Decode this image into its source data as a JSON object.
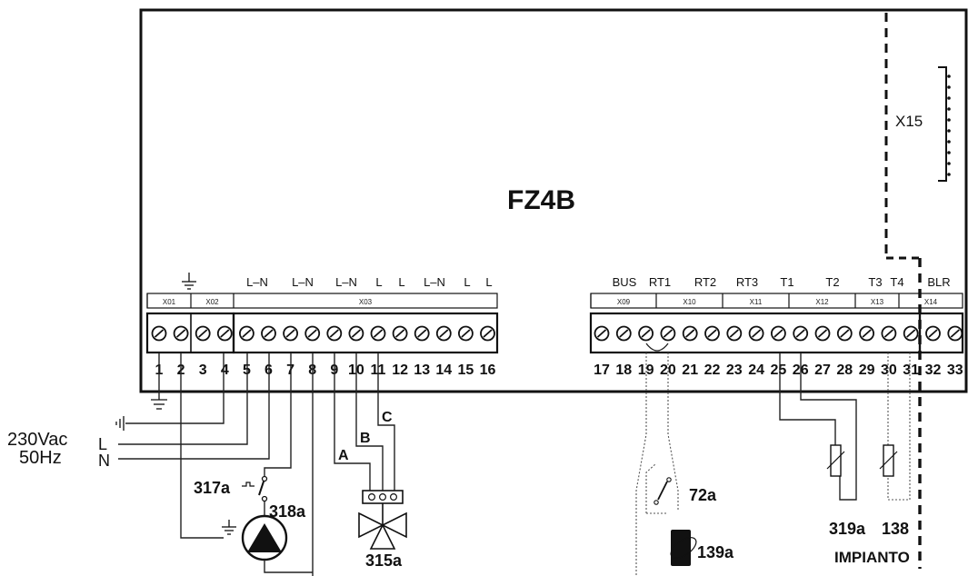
{
  "board": {
    "title": "FZ4B",
    "connector_x15": "X15"
  },
  "blocks": [
    {
      "id": "X01",
      "label": "X01"
    },
    {
      "id": "X02",
      "label": "X02"
    },
    {
      "id": "X03",
      "label": "X03"
    },
    {
      "id": "X09",
      "label": "X09"
    },
    {
      "id": "X10",
      "label": "X10"
    },
    {
      "id": "X11",
      "label": "X11"
    },
    {
      "id": "X12",
      "label": "X12"
    },
    {
      "id": "X13",
      "label": "X13"
    },
    {
      "id": "X14",
      "label": "X14"
    }
  ],
  "terminal_labels_left": [
    "L–N",
    "L–N",
    "L–N",
    "L",
    "L",
    "L–N",
    "L",
    "L"
  ],
  "terminal_labels_right": [
    "BUS",
    "RT1",
    "RT2",
    "RT3",
    "T1",
    "T2",
    "T3",
    "T4",
    "BLR"
  ],
  "terminals_left": [
    "1",
    "2",
    "3",
    "4",
    "5",
    "6",
    "7",
    "8",
    "9",
    "10",
    "11",
    "12",
    "13",
    "14",
    "15",
    "16"
  ],
  "terminals_right": [
    "17",
    "18",
    "19",
    "20",
    "21",
    "22",
    "23",
    "24",
    "25",
    "26",
    "27",
    "28",
    "29",
    "30",
    "31",
    "32",
    "33"
  ],
  "supply": {
    "voltage": "230Vac",
    "frequency": "50Hz",
    "line": "L",
    "neutral": "N"
  },
  "valve_wires": [
    "A",
    "B",
    "C"
  ],
  "components": {
    "thermostat": "317a",
    "pump": "318a",
    "valve": "315a",
    "room_stat": "72a",
    "room_unit": "139a",
    "sensor_flow": "319a",
    "sensor_2": "138",
    "system": "IMPIANTO"
  },
  "colors": {
    "ink": "#111111",
    "background": "#ffffff"
  }
}
